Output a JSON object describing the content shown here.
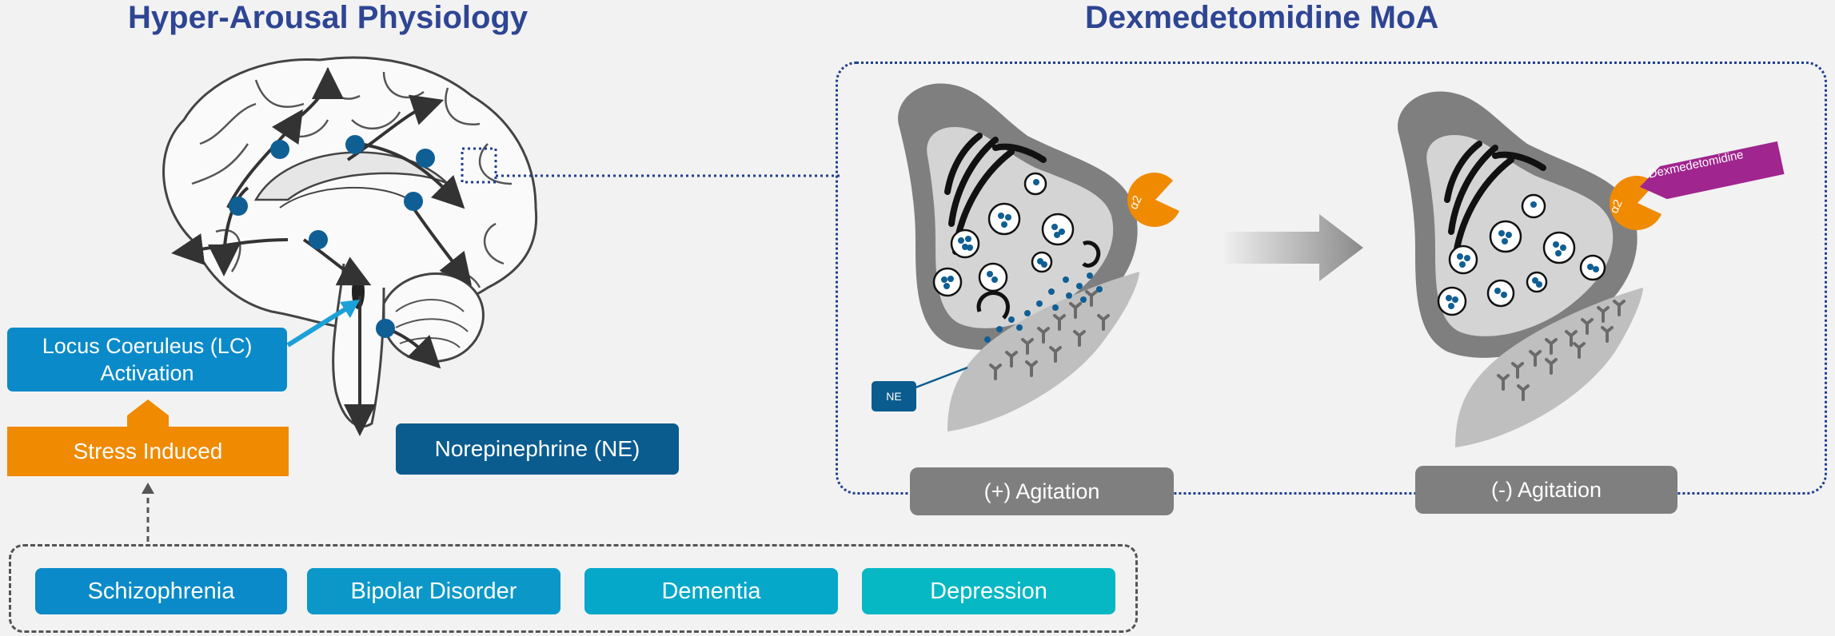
{
  "left_panel": {
    "title": "Hyper-Arousal Physiology",
    "lc_activation_line1": "Locus Coeruleus (LC)",
    "lc_activation_line2": "Activation",
    "stress_induced": "Stress Induced",
    "norepinephrine": "Norepinephrine (NE)"
  },
  "conditions": [
    {
      "label": "Schizophrenia"
    },
    {
      "label": "Bipolar Disorder"
    },
    {
      "label": "Dementia"
    },
    {
      "label": "Depression"
    }
  ],
  "right_panel": {
    "title": "Dexmedetomidine MoA",
    "receptor_label": "α2",
    "ne_label": "NE",
    "drug_label": "Dexmedetomidine",
    "agitation_plus": "(+) Agitation",
    "agitation_minus": "(-) Agitation"
  },
  "colors": {
    "title": "#2e4593",
    "lc_blue": "#0b8ac9",
    "stress_orange": "#f08a00",
    "ne_blue": "#0a5c8f",
    "receptor_orange": "#f08a00",
    "drug_purple": "#a0258f",
    "agitation_gray": "#7f7f7f",
    "node_blue": "#0f5f95",
    "condition_colors": [
      "#0a8ac8",
      "#0b98c9",
      "#05a8c9",
      "#06b8c4"
    ]
  },
  "icons": [
    "brain-illustration",
    "synapse-illustration",
    "arrow-right-icon",
    "arrow-up-icon"
  ]
}
